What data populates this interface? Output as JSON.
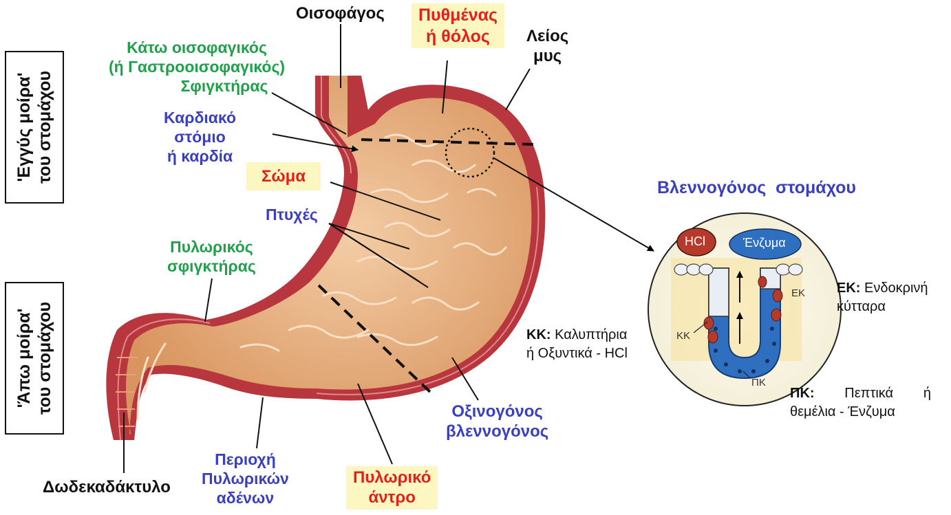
{
  "labels": {
    "oesophagus": "Οισοφάγος",
    "fundus": [
      "Πυθμένας",
      "ή θόλος"
    ],
    "smooth_muscle": [
      "Λείος",
      "μυς"
    ],
    "lower_sphincter": [
      "Κάτω οισοφαγικός",
      "(ή Γαστροοισοφαγικός)",
      "Σφιγκτήρας"
    ],
    "cardia": [
      "Καρδιακό",
      "στόμιο",
      "ή καρδία"
    ],
    "body": "Σώμα",
    "folds": "Πτυχές",
    "pyloric_sphincter": [
      "Πυλωρικός",
      "σφιγκτήρας"
    ],
    "duodenum": "Δωδεκαδάκτυλο",
    "pyloric_glands": [
      "Περιοχή",
      "Πυλωρικών",
      "αδένων"
    ],
    "pyloric_antrum": [
      "Πυλωρικό",
      "άντρο"
    ],
    "oxyntic_mucosa": [
      "Οξινογόνος",
      "βλεννογόνος"
    ],
    "proximal": [
      "'Εγγύς μοίρα'",
      "του στομάχου"
    ],
    "distal": [
      "'Άπω μοίρα'",
      "του στομάχου"
    ]
  },
  "mucosa": {
    "title": "Βλεννογόνος  στομάχου",
    "hcl": "HCl",
    "enzyme": "Ένζυμα",
    "ek_tag": "ΕΚ",
    "kk_tag": "ΚΚ",
    "pk_tag": "ΠΚ",
    "kk_note": {
      "key": "ΚΚ:",
      "line1": " Καλυπτήρια",
      "line2": "ή Οξυντικά - HCl"
    },
    "ek_note": {
      "key": "ΕΚ:",
      "line1": " Ενδοκρινή",
      "line2": "κύτταρα"
    },
    "pk_note": {
      "key": "ΠΚ:",
      "line1": "Πεπτικά",
      "line1_end": "ή",
      "line2": "θεμέλια - Ένζυμα"
    }
  },
  "colors": {
    "green_label": "#1fa04a",
    "blue_label": "#3a3fc0",
    "red_label": "#e3201b",
    "highlight": "#fcf6c0",
    "stomach_wall": "#b8363e",
    "stomach_inner": "#e9b488",
    "hcl_fill": "#b63a2c",
    "enzyme_fill": "#2e6fc0"
  }
}
